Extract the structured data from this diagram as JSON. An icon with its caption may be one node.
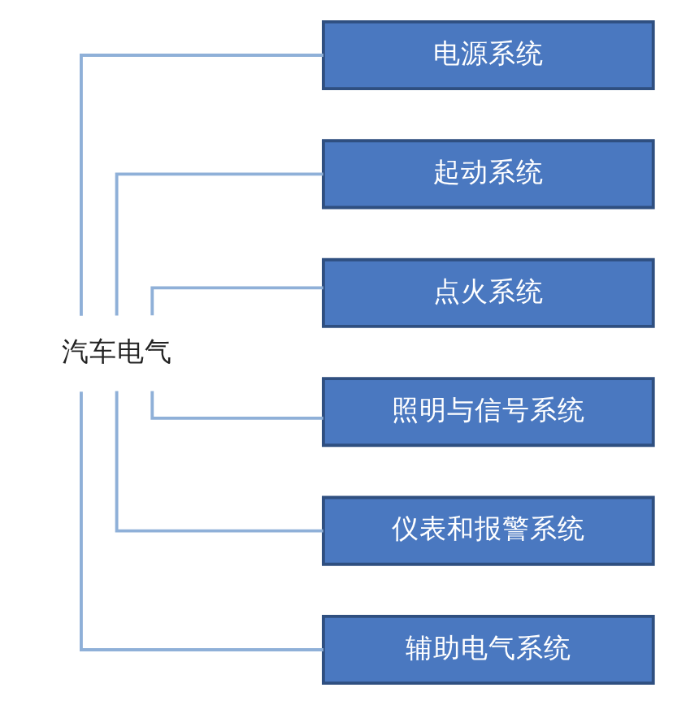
{
  "diagram": {
    "nodes": [
      {
        "text": [
          "汽车电气"
        ]
      },
      {
        "text": [
          "电源系统"
        ]
      },
      {
        "text": [
          "起动系统"
        ]
      },
      {
        "text": [
          "点火系统"
        ]
      },
      {
        "text": [
          "照明与信号系统"
        ]
      },
      {
        "text": [
          "仪表和报警系统"
        ]
      },
      {
        "text": [
          "辅助电气系统"
        ]
      }
    ],
    "edges": [
      {
        "from": 0,
        "to": 1,
        "arrow": "none"
      },
      {
        "from": 0,
        "to": 2,
        "arrow": "none"
      },
      {
        "from": 0,
        "to": 3,
        "arrow": "none"
      },
      {
        "from": 0,
        "to": 4,
        "arrow": "none"
      },
      {
        "from": 0,
        "to": 5,
        "arrow": "none"
      },
      {
        "from": 0,
        "to": 6,
        "arrow": "none"
      }
    ]
  }
}
